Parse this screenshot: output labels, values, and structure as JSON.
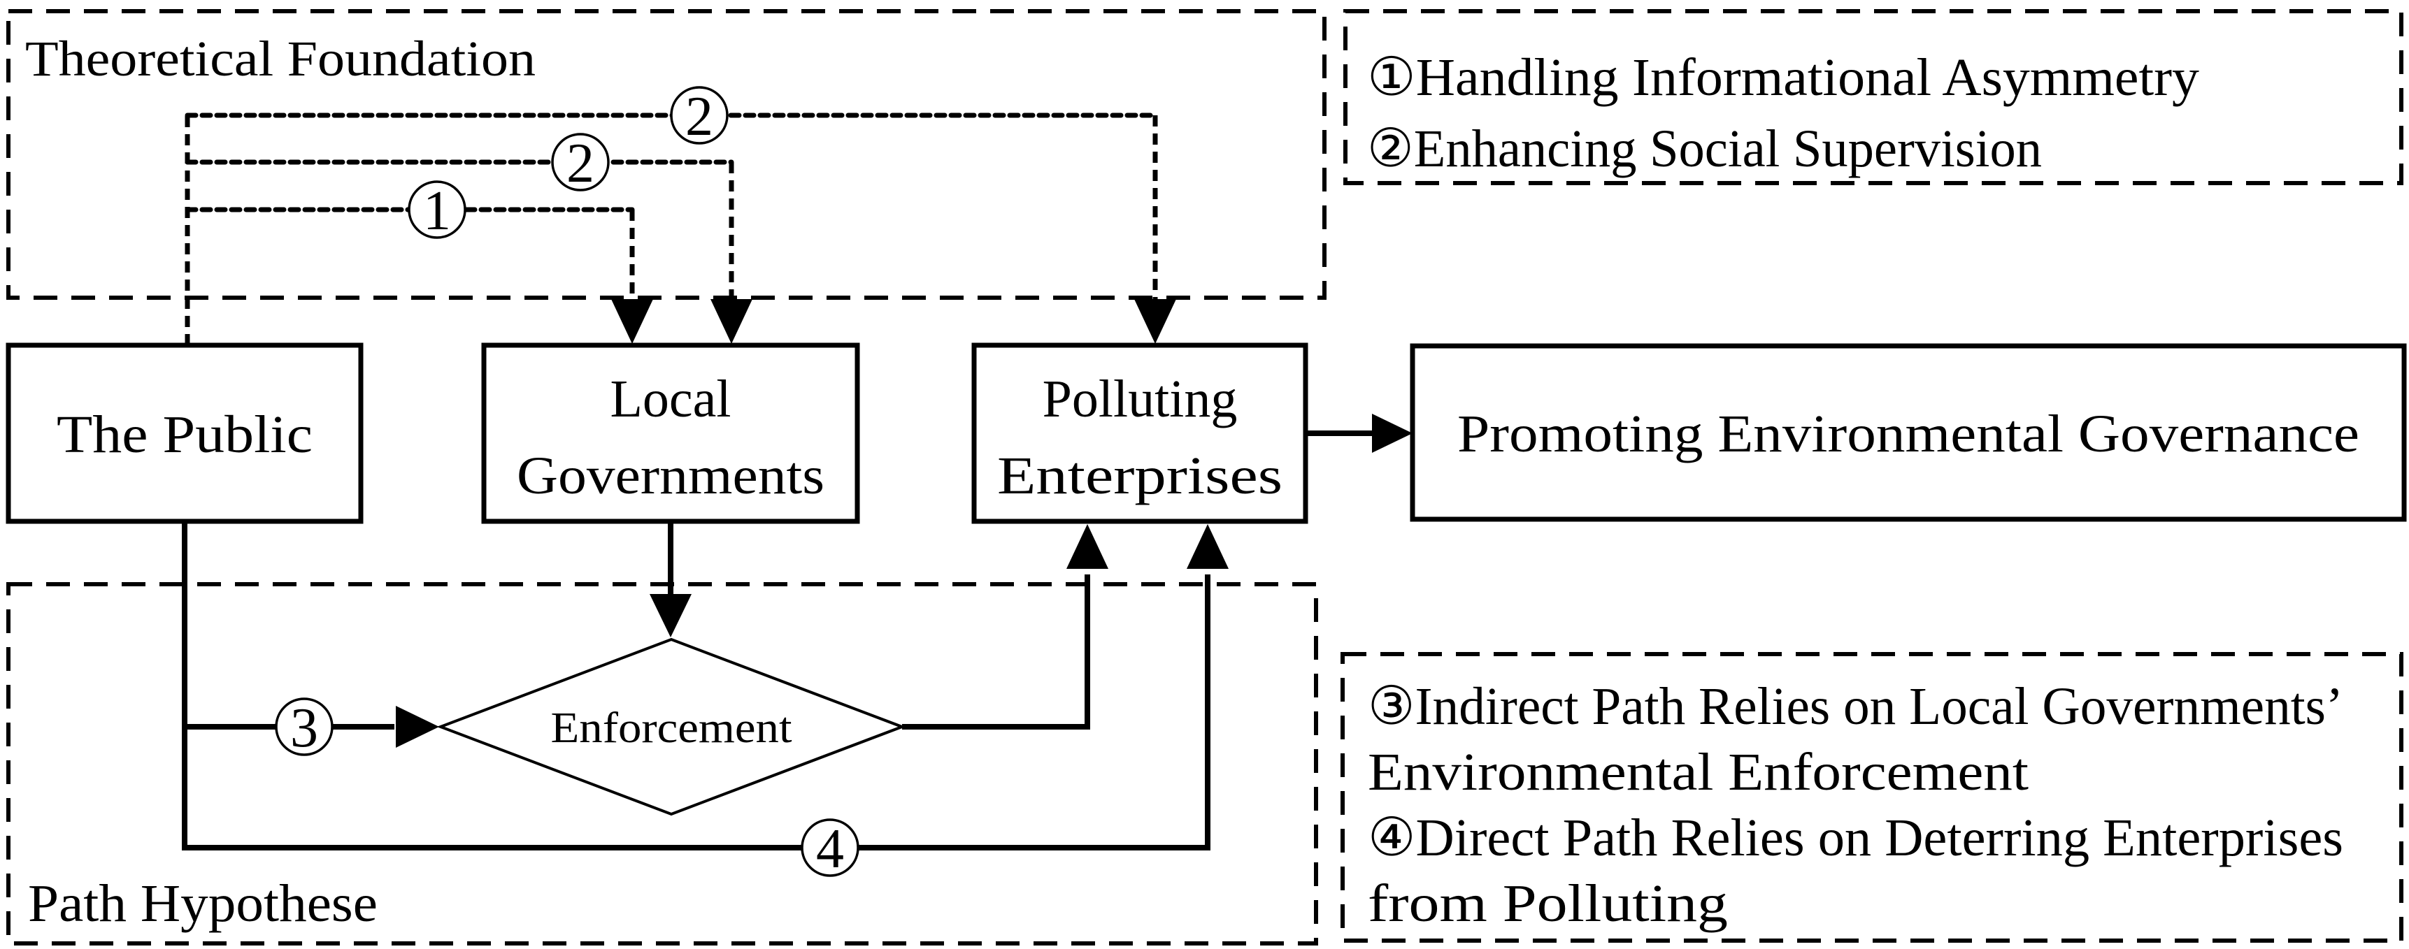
{
  "figure": {
    "title": "Public supervision and environmental governance pathway diagram",
    "colors": {
      "ink": "#000000",
      "background": "#ffffff"
    }
  },
  "containers": {
    "theoretical_foundation": {
      "label": "Theoretical Foundation"
    },
    "path_hypothese": {
      "label": "Path Hypothese"
    }
  },
  "nodes": {
    "the_public": {
      "label": "The Public"
    },
    "local_governments": {
      "line1": "Local",
      "line2": "Governments"
    },
    "polluting_enterprises": {
      "line1": "Polluting",
      "line2": "Enterprises"
    },
    "promoting_environmental_governance": {
      "label": "Promoting Environmental Governance"
    },
    "enforcement": {
      "label": "Enforcement"
    }
  },
  "markers": {
    "information_asymmetry": "1",
    "social_supervision_to_local": "2",
    "social_supervision_to_enterprises": "2",
    "indirect_path": "3",
    "direct_path": "4"
  },
  "legend_top": {
    "items": [
      "①Handling Informational Asymmetry",
      "②Enhancing Social Supervision"
    ]
  },
  "legend_bottom": {
    "lines": [
      "③Indirect Path Relies on Local Governments’",
      "Environmental Enforcement",
      "④Direct Path Relies on Deterring Enterprises",
      "from Polluting"
    ]
  }
}
